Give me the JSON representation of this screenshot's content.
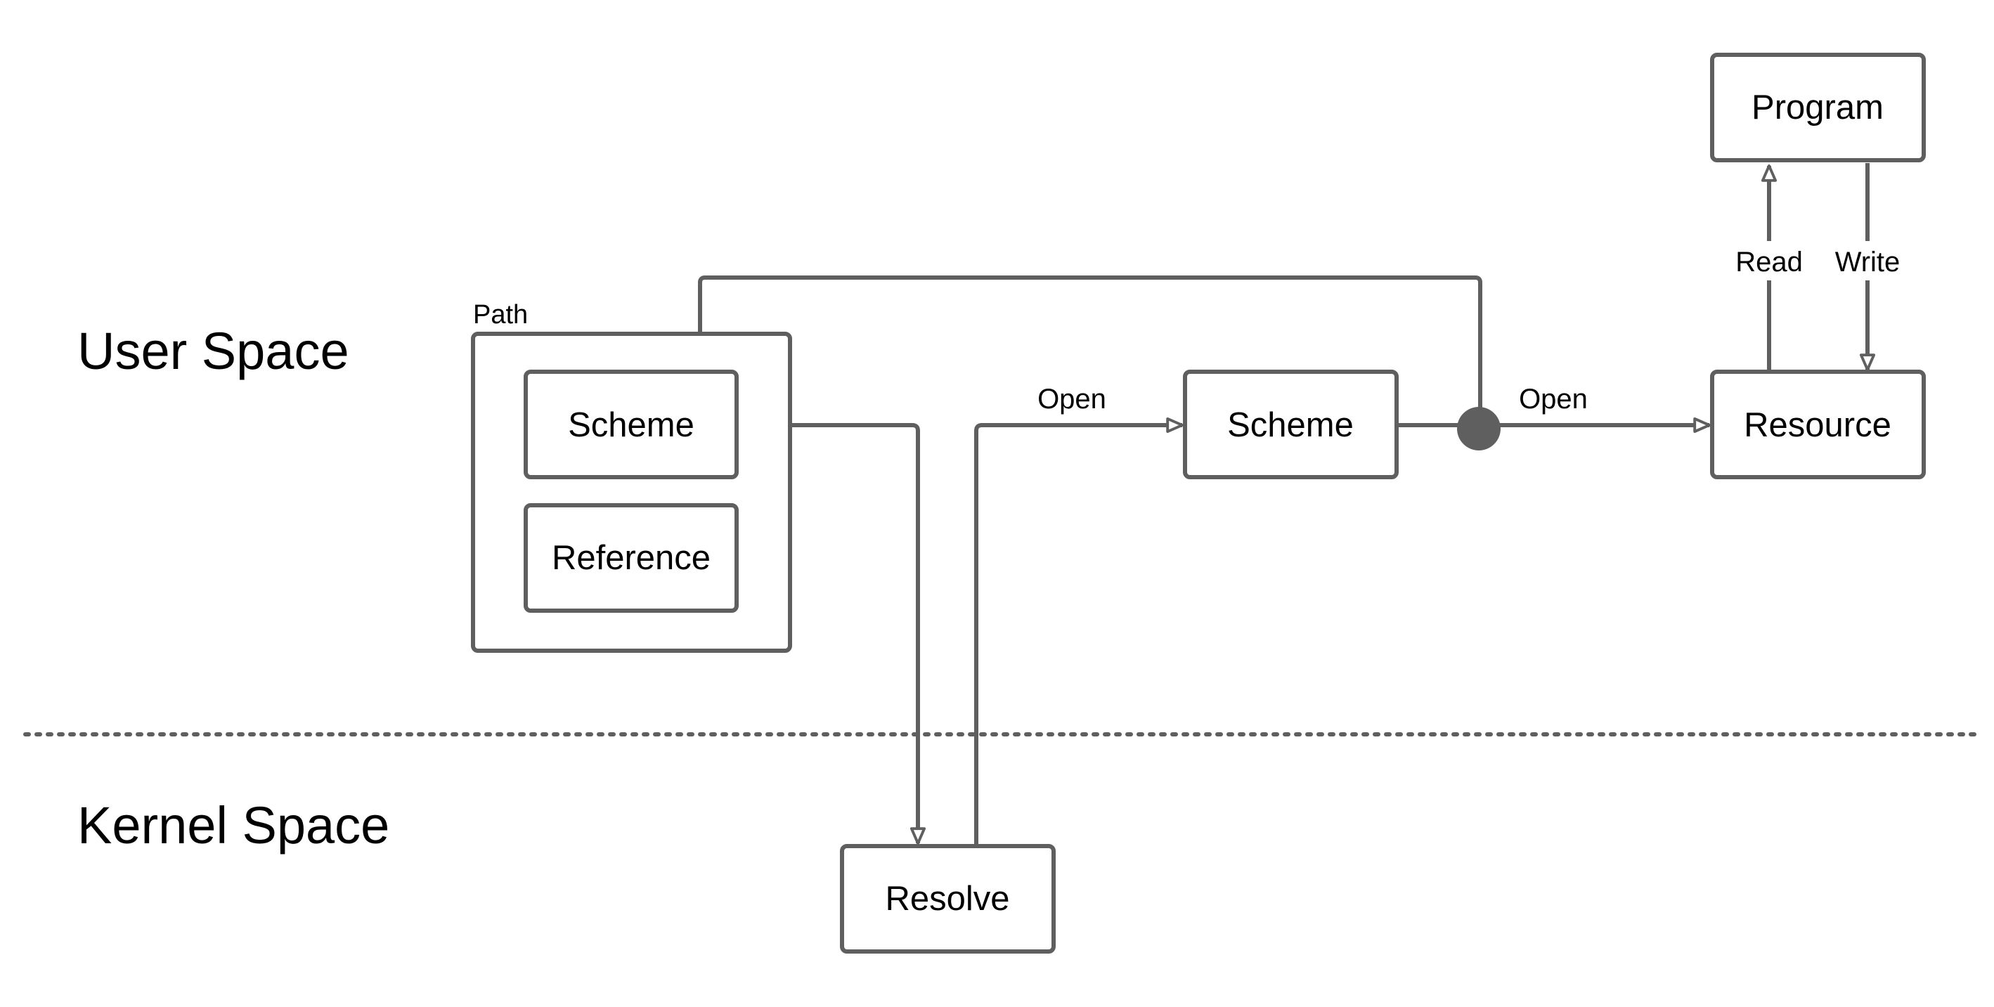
{
  "regions": {
    "user_space": "User Space",
    "kernel_space": "Kernel Space"
  },
  "container": {
    "path_label": "Path"
  },
  "nodes": {
    "path_scheme": "Scheme",
    "path_reference": "Reference",
    "resolve": "Resolve",
    "scheme": "Scheme",
    "resource": "Resource",
    "program": "Program"
  },
  "edges": {
    "open_to_scheme": "Open",
    "open_to_resource": "Open",
    "read": "Read",
    "write": "Write"
  },
  "colors": {
    "stroke": "#5f5f5f",
    "text": "#000000",
    "background": "#ffffff"
  }
}
